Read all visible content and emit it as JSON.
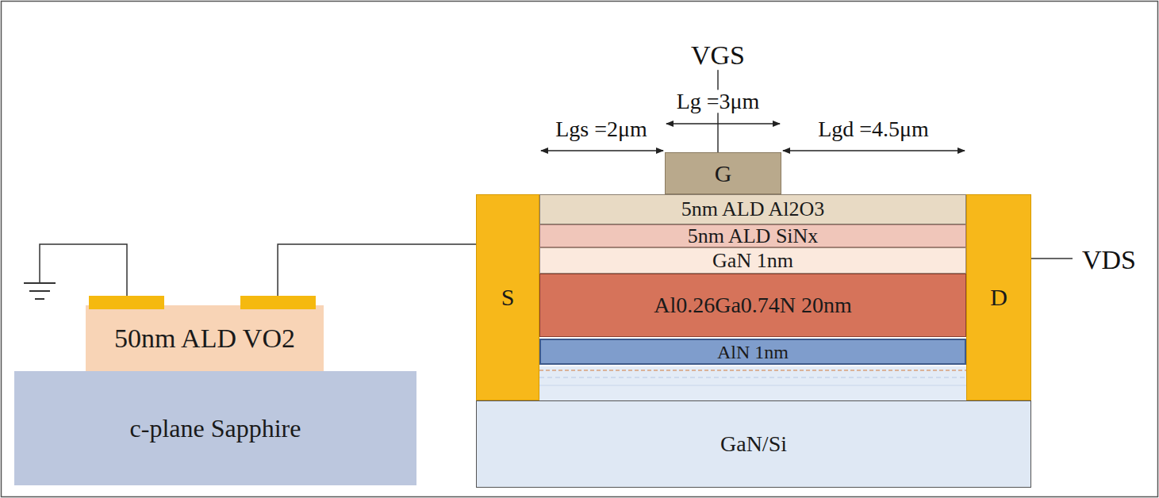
{
  "diagram": {
    "nodes": [
      {
        "text": [
          "G"
        ]
      },
      {
        "text": [
          "S"
        ]
      },
      {
        "text": [
          "5nm ALD Al2O3"
        ]
      },
      {
        "text": [
          "5nm ALD SiNx"
        ]
      },
      {
        "text": [
          "GaN 1nm"
        ]
      },
      {
        "text": [
          "Al0.26Ga0.74N 20nm"
        ]
      },
      {
        "text": [
          "AlN 1nm"
        ]
      },
      {
        "text": [
          "D"
        ]
      },
      {
        "text": [
          "50nm ALD VO2"
        ]
      },
      {
        "text": [
          "c-plane Sapphire"
        ]
      },
      {
        "text": [
          "GaN/Si"
        ]
      }
    ],
    "edges": [
      {
        "from": 8,
        "to": 1,
        "arrow": "none"
      }
    ],
    "labels": [
      "VGS",
      "Lg =3μm",
      "Lgs =2μm",
      "Lgd =4.5μm",
      "VDS"
    ]
  }
}
